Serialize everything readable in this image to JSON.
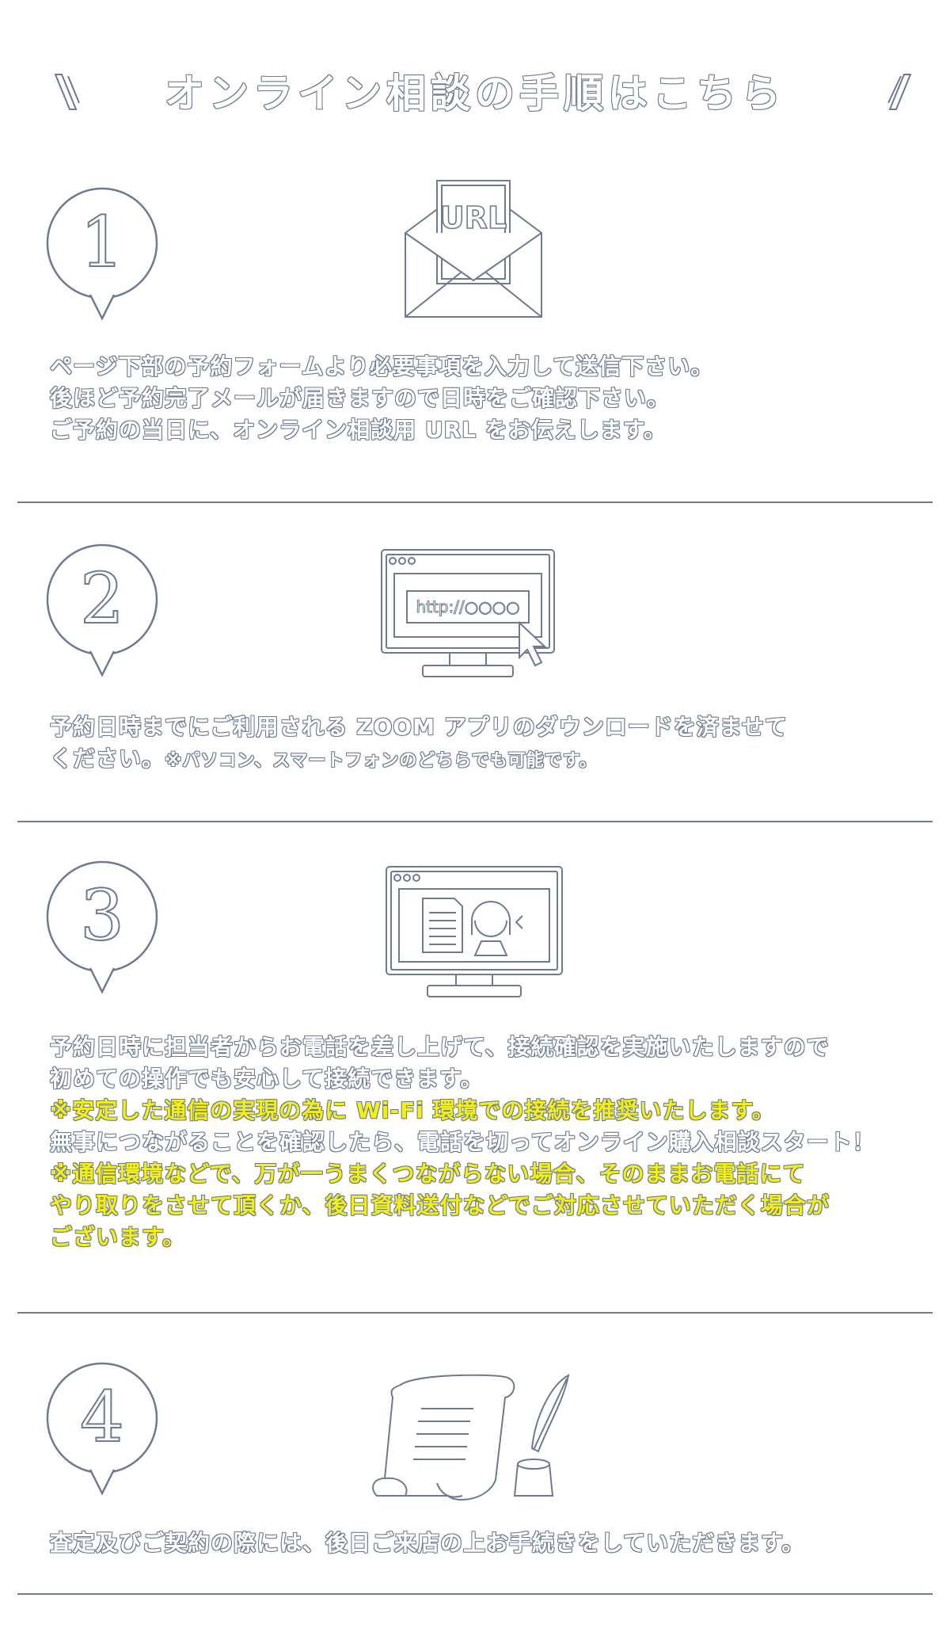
{
  "title": "オンライン相談の手順はこちら",
  "steps": [
    {
      "number": "1",
      "icon": "url-envelope-icon",
      "icon_label": "URL",
      "lines": [
        "ページ下部の予約フォームより必要事項を入力して送信下さい。",
        "後ほど予約完了メールが届きますので日時をご確認下さい。",
        "ご予約の当日に、オンライン相談用 URL をお伝えします。"
      ]
    },
    {
      "number": "2",
      "icon": "computer-browser-icon",
      "icon_label": "http://○○○○",
      "line1": "予約日時までにご利用される ZOOM アプリのダウンロードを済ませて",
      "line2_main": "ください。",
      "line2_note": "※パソコン、スマートフォンのどちらでも可能です。"
    },
    {
      "number": "3",
      "icon": "video-call-icon",
      "lines": [
        {
          "text": "予約日時に担当者からお電話を差し上げて、接続確認を実施いたしますので",
          "highlight": false
        },
        {
          "text": "初めての操作でも安心して接続できます。",
          "highlight": false
        },
        {
          "text": "※安定した通信の実現の為に Wi-Fi 環境での接続を推奨いたします。",
          "highlight": true
        },
        {
          "text": "無事につながることを確認したら、電話を切ってオンライン購入相談スタート！",
          "highlight": false
        },
        {
          "text": "※通信環境などで、万が一うまくつながらない場合、そのままお電話にて",
          "highlight": true
        },
        {
          "text": "やり取りをさせて頂くか、後日資料送付などでご対応させていただく場合が",
          "highlight": true
        },
        {
          "text": "ございます。",
          "highlight": true
        }
      ]
    },
    {
      "number": "4",
      "icon": "scroll-quill-icon",
      "lines": [
        "査定及びご契約の際には、後日ご来店の上お手続きをしていただきます。"
      ]
    }
  ],
  "colors": {
    "outline": "#6f7a90",
    "fill": "#ffffff",
    "highlight": "#f2f016"
  }
}
